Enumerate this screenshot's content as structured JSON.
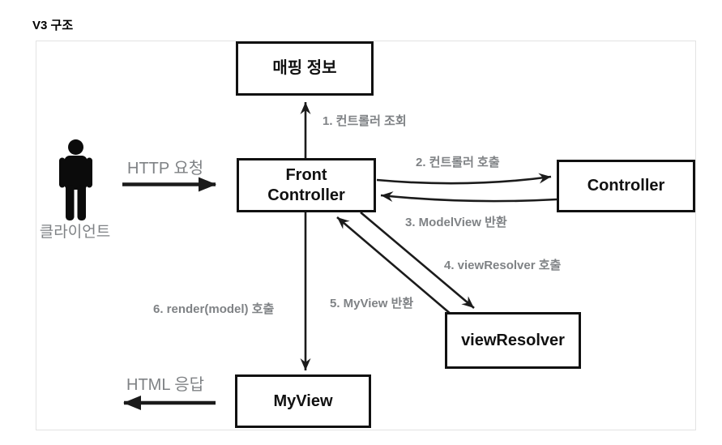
{
  "title": "V3 구조",
  "client": {
    "label": "클라이언트"
  },
  "boxes": {
    "mapping_info": "매핑 정보",
    "front_controller": "Front\nController",
    "controller": "Controller",
    "view_resolver": "viewResolver",
    "my_view": "MyView"
  },
  "flows": {
    "http_request": "HTTP 요청",
    "html_response": "HTML 응답"
  },
  "steps": {
    "step1": "1. 컨트롤러 조회",
    "step2": "2. 컨트롤러 호출",
    "step3": "3. ModelView 반환",
    "step4": "4. viewResolver 호출",
    "step5": "5. MyView 반환",
    "step6": "6. render(model) 호출"
  },
  "colors": {
    "arrow": "#1b1b1b",
    "box_border": "#111111",
    "label_gray": "#7f8285",
    "frame_border": "#e3e3e3",
    "background": "#ffffff"
  }
}
